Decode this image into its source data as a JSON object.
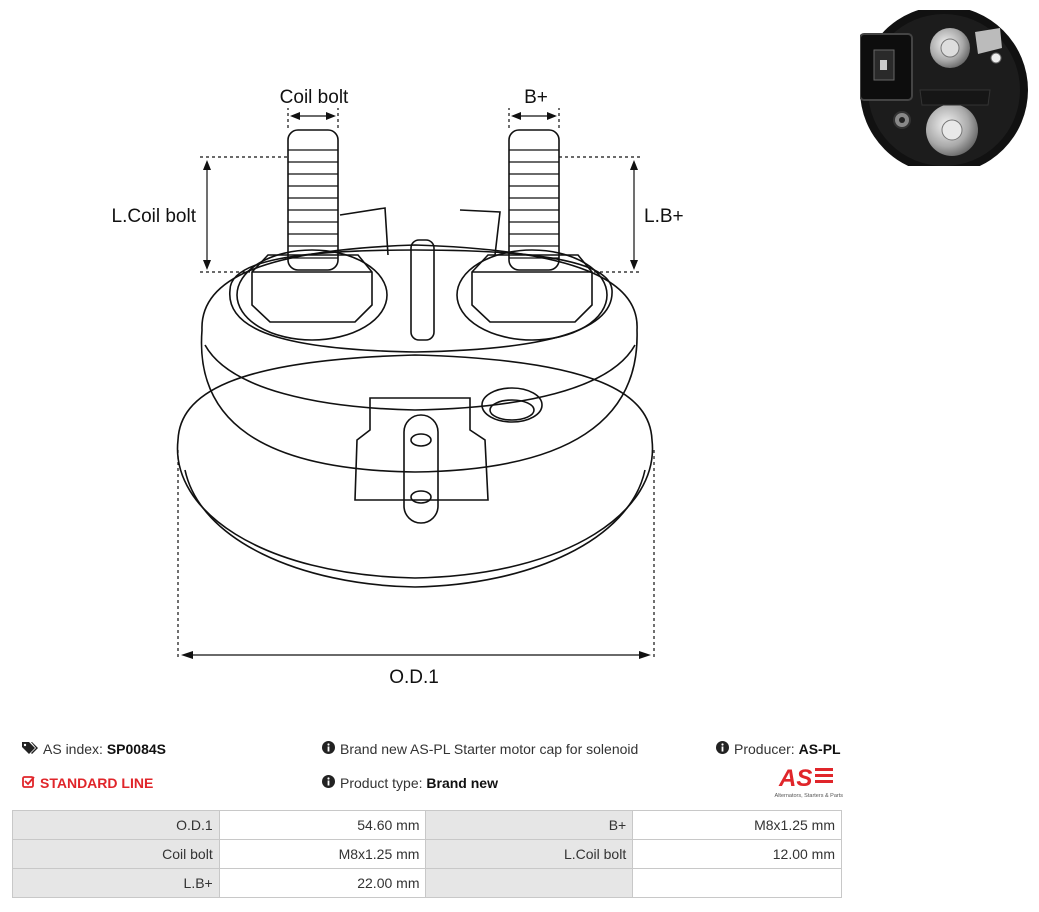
{
  "diagram": {
    "labels": {
      "coil_bolt": "Coil bolt",
      "b_plus": "B+",
      "l_coil_bolt": "L.Coil bolt",
      "l_b_plus": "L.B+",
      "od1": "O.D.1"
    }
  },
  "photo": {
    "icon": "product-photo"
  },
  "info": {
    "as_index_label": "AS index:",
    "as_index_value": "SP0084S",
    "standard_line": "STANDARD LINE",
    "description": "Brand new AS-PL Starter motor cap for solenoid",
    "product_type_label": "Product type:",
    "product_type_value": "Brand new",
    "producer_label": "Producer:",
    "producer_value": "AS-PL",
    "logo_text": "AS",
    "logo_tagline": "Alternators, Starters & Parts",
    "accent_color": "#e0252a"
  },
  "specs": {
    "rows": [
      [
        {
          "label": "O.D.1",
          "value": "54.60 mm"
        },
        {
          "label": "B+",
          "value": "M8x1.25 mm"
        }
      ],
      [
        {
          "label": "Coil bolt",
          "value": "M8x1.25 mm"
        },
        {
          "label": "L.Coil bolt",
          "value": "12.00 mm"
        }
      ],
      [
        {
          "label": "L.B+",
          "value": "22.00 mm"
        },
        {
          "label": "",
          "value": ""
        }
      ]
    ]
  }
}
